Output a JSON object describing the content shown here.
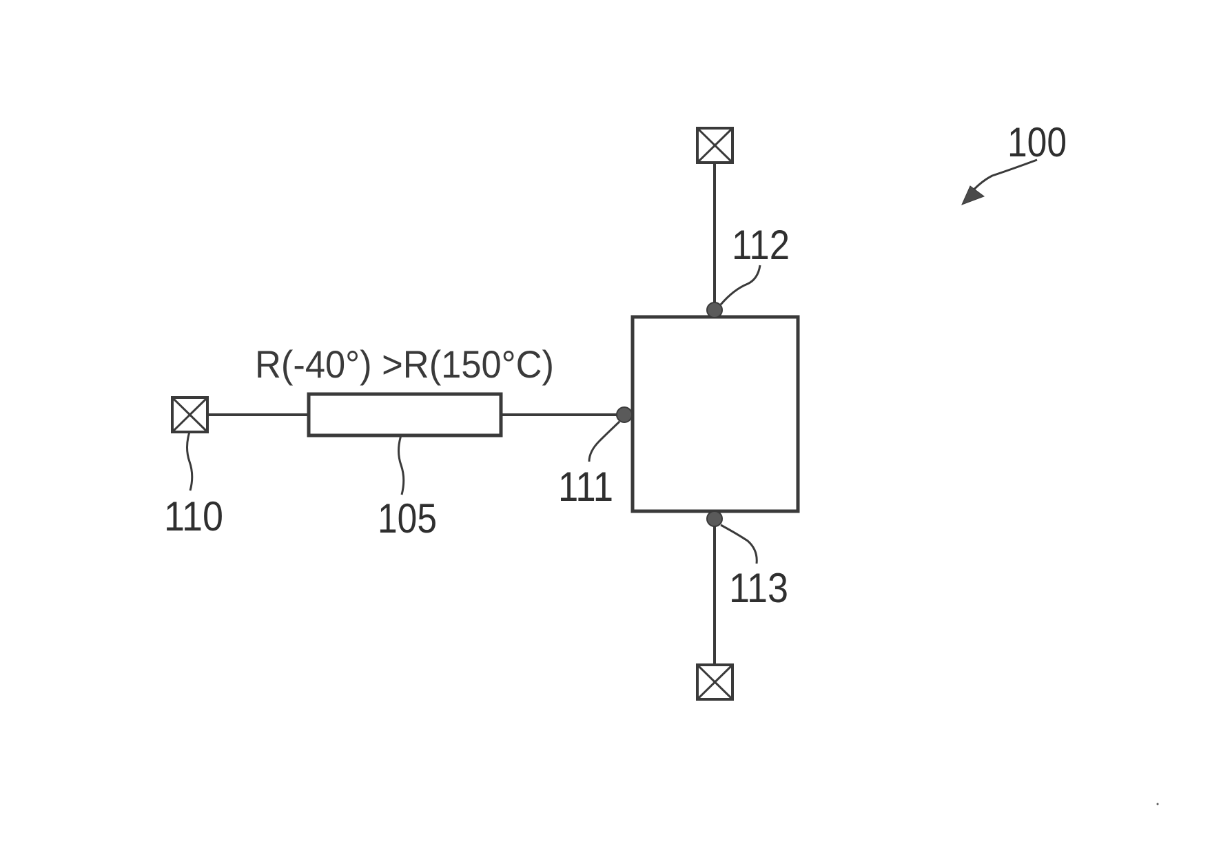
{
  "labels": {
    "figure": "100",
    "resistor": "105",
    "terminal_left": "110",
    "node_left": "111",
    "node_top": "112",
    "node_bottom": "113"
  },
  "formula": "R(-40°) >R(150°C)"
}
